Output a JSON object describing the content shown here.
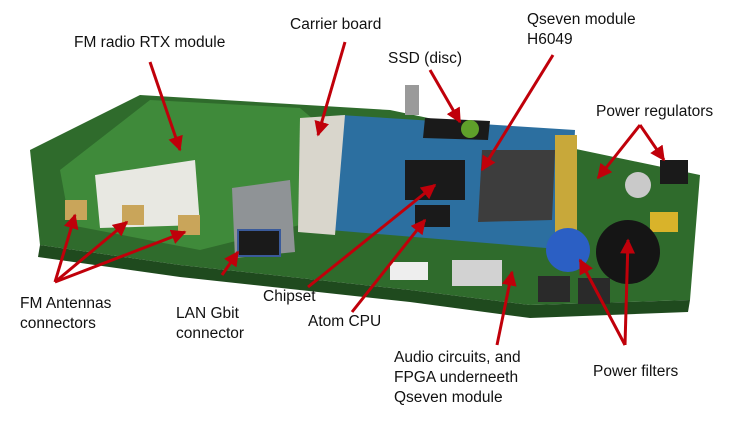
{
  "labels": {
    "fm_radio": "FM radio RTX module",
    "carrier_board": "Carrier board",
    "qseven": {
      "line1": "Qseven module",
      "line2": "H6049"
    },
    "ssd": "SSD (disc)",
    "power_regulators": "Power regulators",
    "fm_antennas": {
      "line1": "FM Antennas",
      "line2": "connectors"
    },
    "lan": {
      "line1": "LAN Gbit",
      "line2": "connector"
    },
    "chipset": "Chipset",
    "atom_cpu": "Atom CPU",
    "audio": {
      "line1": "Audio circuits, and",
      "line2": "FPGA underneeth",
      "line3": "Qseven module"
    },
    "power_filters": "Power filters"
  },
  "colors": {
    "arrow": "#c0000a",
    "pcb_green": "#2f6b2c",
    "pcb_dark": "#1f4a1e",
    "module_blue": "#2c6fa0",
    "text": "#111111"
  }
}
